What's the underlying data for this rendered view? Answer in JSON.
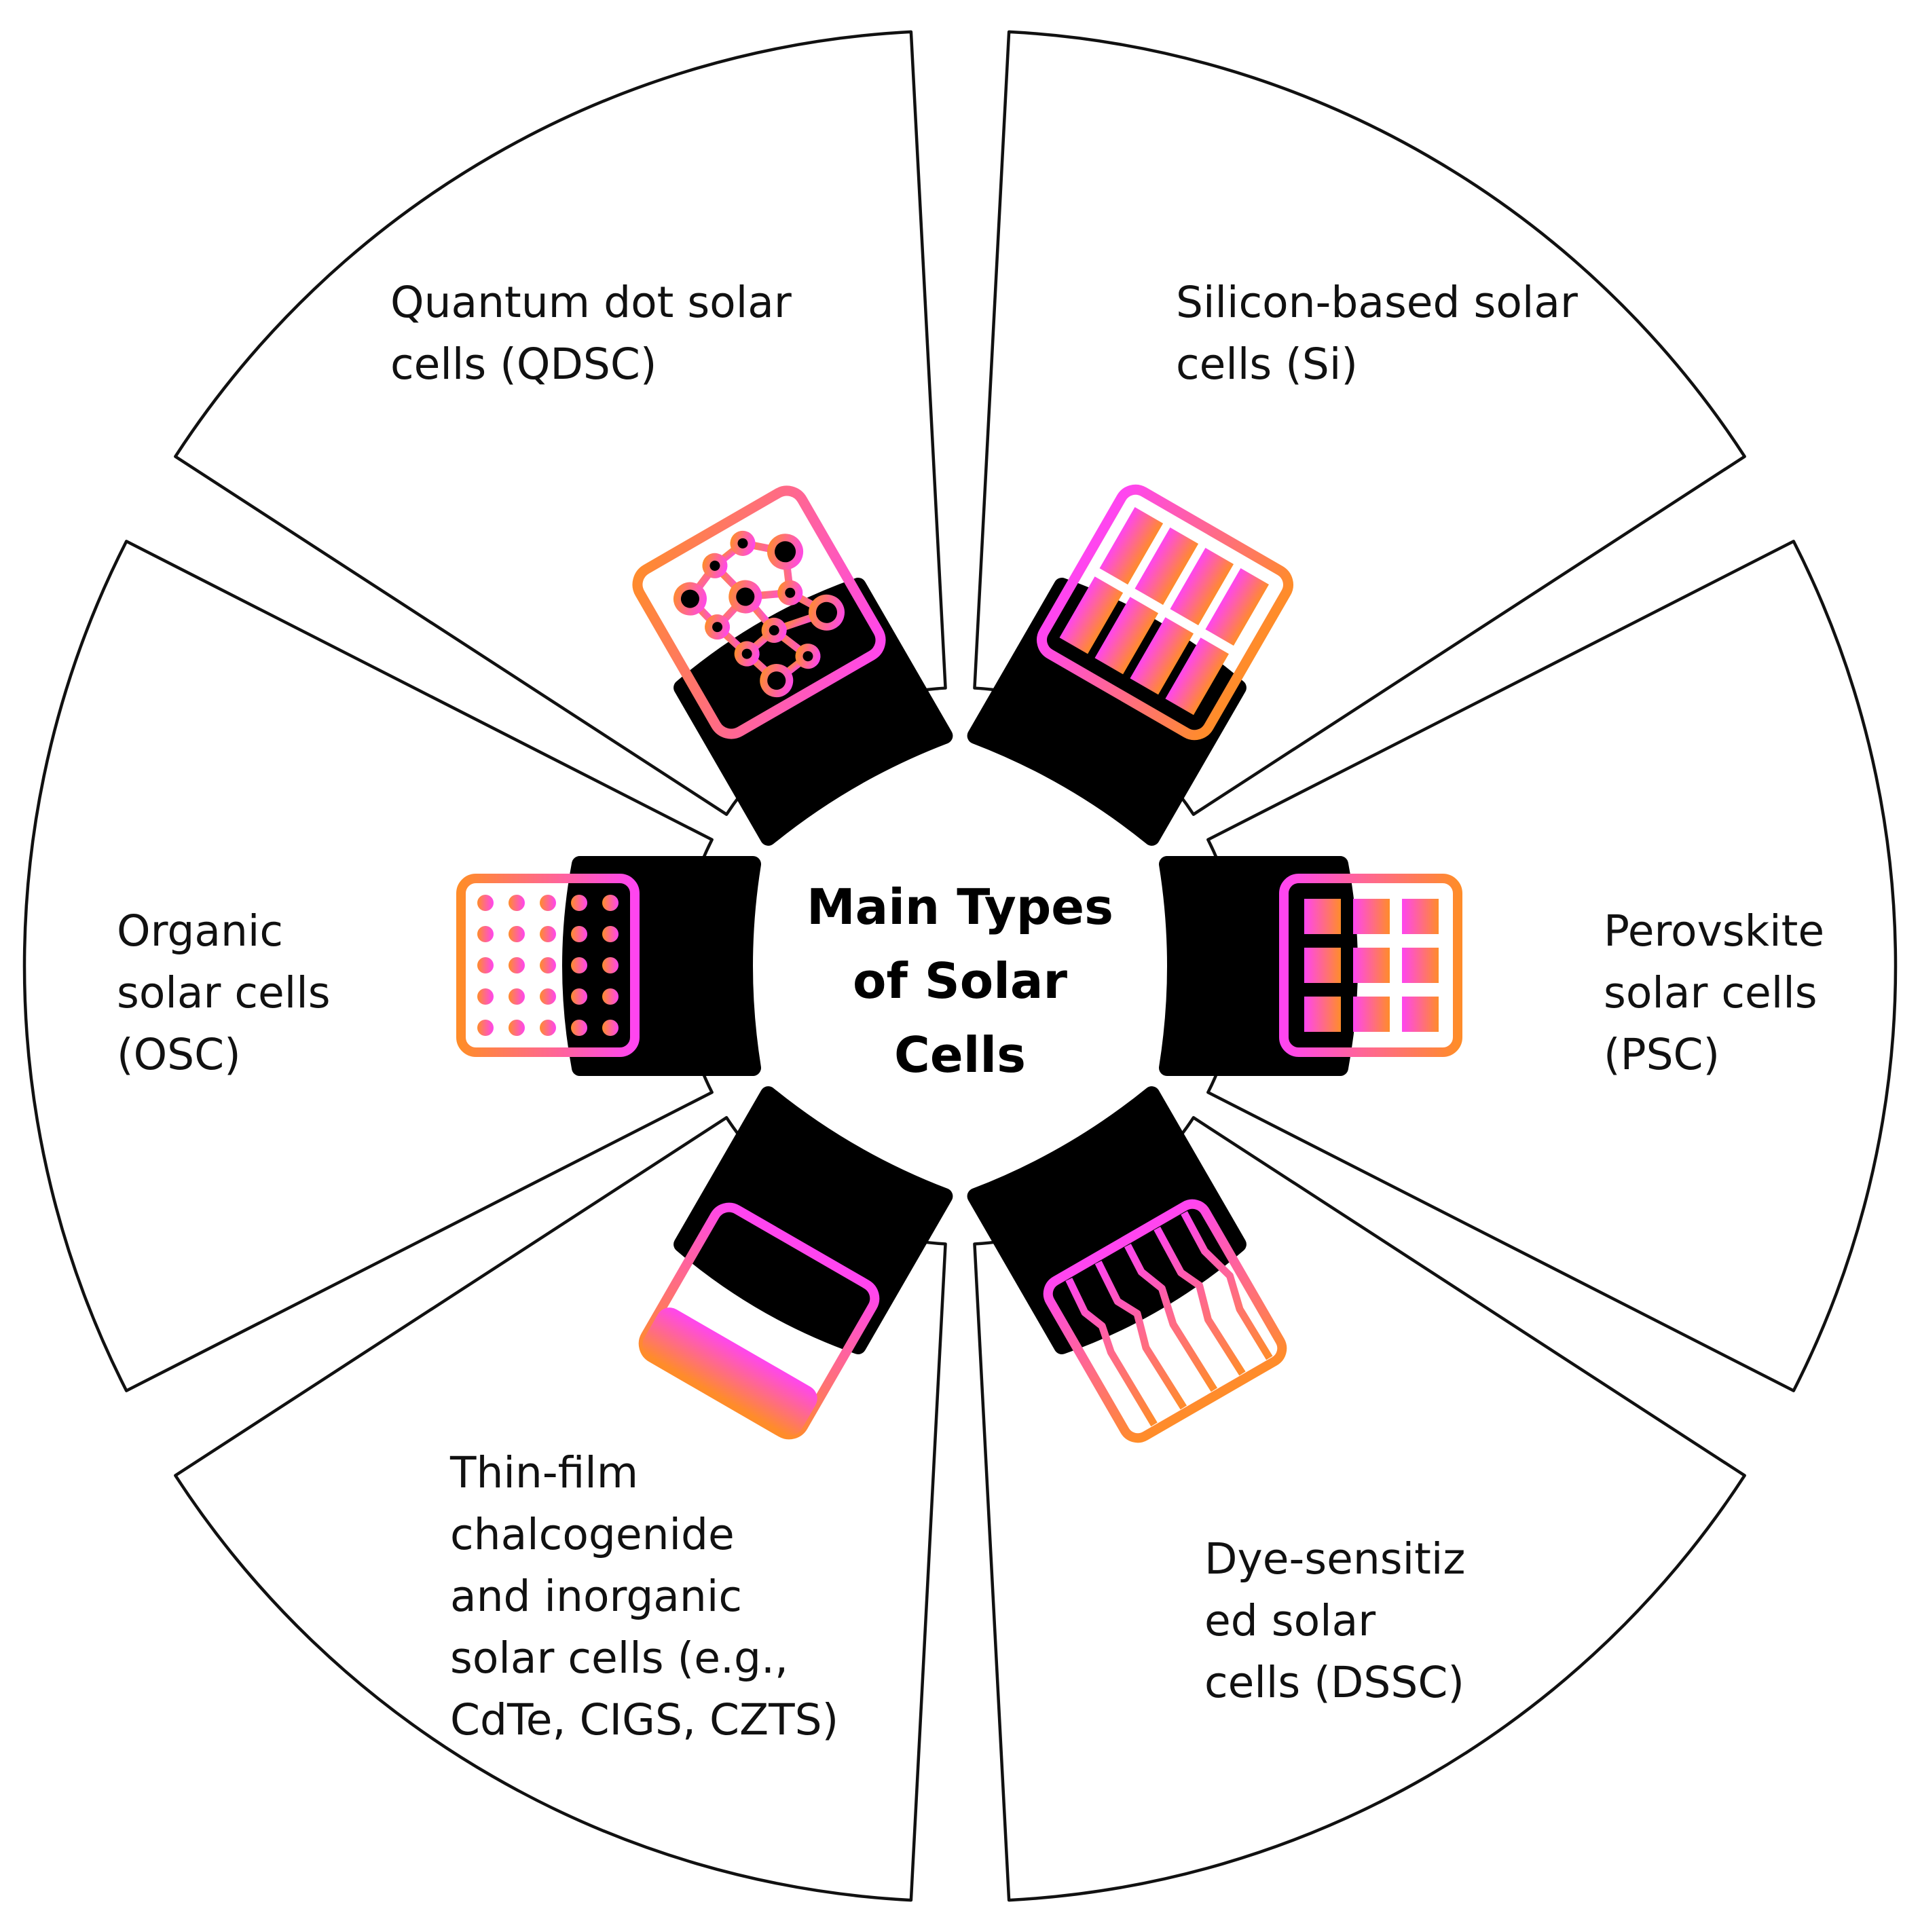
{
  "title": [
    "Main Types",
    "of Solar",
    "Cells"
  ],
  "segments": [
    {
      "id": "qdsc",
      "icon": "quantum-dot-lattice-icon",
      "lines": [
        "Quantum dot solar",
        "cells (QDSC)"
      ]
    },
    {
      "id": "si",
      "icon": "silicon-panel-icon",
      "lines": [
        "Silicon-based solar",
        "cells (Si)"
      ]
    },
    {
      "id": "psc",
      "icon": "perovskite-grid-icon",
      "lines": [
        "Perovskite",
        "solar cells",
        "(PSC)"
      ]
    },
    {
      "id": "dssc",
      "icon": "dye-sensitized-stripes-icon",
      "lines": [
        "Dye-sensitiz",
        "ed solar",
        "cells (DSSC)"
      ]
    },
    {
      "id": "thin-film",
      "icon": "thin-film-layers-icon",
      "lines": [
        "Thin-film",
        "chalcogenide",
        "and inorganic",
        "solar cells (e.g.,",
        "CdTe, CIGS, CZTS)"
      ]
    },
    {
      "id": "osc",
      "icon": "organic-dots-icon",
      "lines": [
        "Organic",
        "solar cells",
        "(OSC)"
      ]
    }
  ],
  "colors": {
    "gradient_orange": "#ff8c2a",
    "gradient_pink": "#ff45f0",
    "tile": "#000000",
    "outline": "#111111"
  }
}
